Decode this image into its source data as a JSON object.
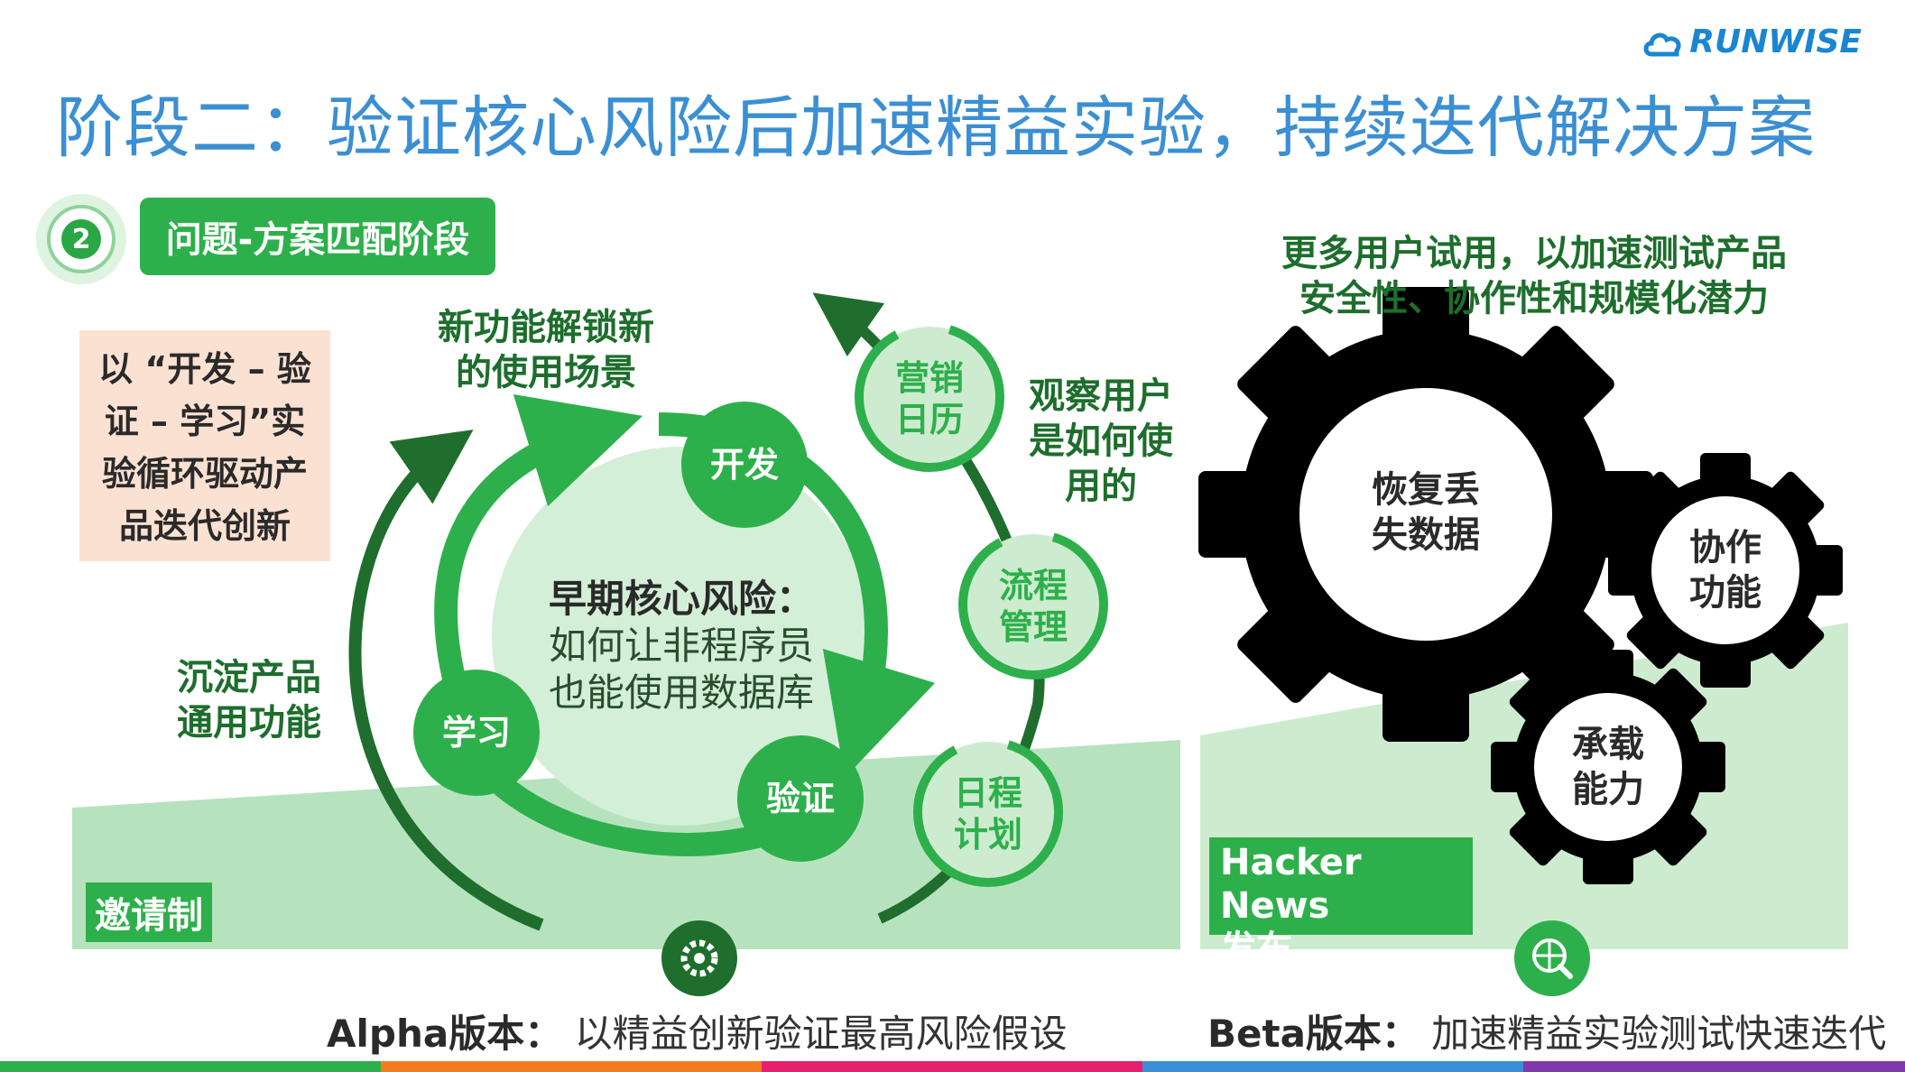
{
  "logo": {
    "text": "RUNWISE"
  },
  "title": "阶段二：验证核心风险后加速精益实验，持续迭代解决方案",
  "stage": {
    "number": "2",
    "label": "问题-方案匹配阶段"
  },
  "alpha": {
    "intro": [
      "以 “开发 – 验",
      "证 – 学习”实",
      "验循环驱动产",
      "品迭代创新"
    ],
    "unlock_text": [
      "新功能解锁新",
      "的使用场景"
    ],
    "consolidate_text": [
      "沉淀产品",
      "通用功能"
    ],
    "observe_text": [
      "观察用户",
      "是如何使",
      "用的"
    ],
    "cycle_nodes": {
      "develop": "开发",
      "validate": "验证",
      "learn": "学习"
    },
    "core_risk": {
      "heading": "早期核心风险：",
      "line1": "如何让非程序员",
      "line2": "也能使用数据库"
    },
    "features": [
      {
        "line1": "营销",
        "line2": "日历"
      },
      {
        "line1": "流程",
        "line2": "管理"
      },
      {
        "line1": "日程",
        "line2": "计划"
      }
    ],
    "invite_tag": "邀请制",
    "caption_bold": "Alpha版本：",
    "caption_rest": "以精益创新验证最高风险假设"
  },
  "beta": {
    "heading": [
      "更多用户试用，以加速测试产品",
      "安全性、协作性和规模化潜力"
    ],
    "gears": [
      {
        "line1": "恢复丢",
        "line2": "失数据"
      },
      {
        "line1": "协作",
        "line2": "功能"
      },
      {
        "line1": "承载",
        "line2": "能力"
      }
    ],
    "hn_tag": {
      "line1": "Hacker News",
      "line2": "发布"
    },
    "caption_bold": "Beta版本：",
    "caption_rest": "加速精益实验测试快速迭代"
  },
  "icons": {
    "alpha": "gear-icon",
    "beta": "globe-search-icon"
  },
  "colors": {
    "title": "#3b8fd3",
    "green": "#2db04b",
    "dark_green": "#1f6e2e",
    "light_green": "#a7deb0",
    "peach": "#fbe1d2",
    "bar": [
      "#2db04b",
      "#f47b20",
      "#e5206e",
      "#3a8fd8",
      "#7d3aa8"
    ]
  }
}
